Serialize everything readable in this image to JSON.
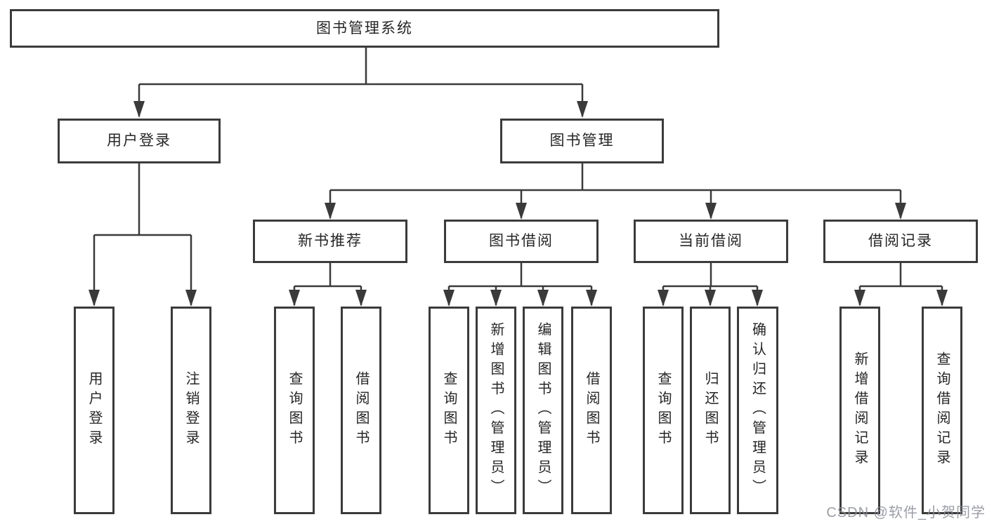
{
  "diagram_title": "图书管理系统",
  "watermark": "CSDN @软件_小贺同学",
  "colors": {
    "line": "#3a3a3a",
    "box_border": "#3b3b3b",
    "text": "#262626",
    "background": "#ffffff",
    "watermark": "#8b8d98"
  },
  "nodes": {
    "root": {
      "label": "图书管理系统"
    },
    "user_login": {
      "label": "用户登录"
    },
    "book_mgmt": {
      "label": "图书管理"
    },
    "new_book_rec": {
      "label": "新书推荐"
    },
    "book_borrow": {
      "label": "图书借阅"
    },
    "current_borrow": {
      "label": "当前借阅"
    },
    "borrow_record": {
      "label": "借阅记录"
    },
    "login_action": {
      "label": "用户登录"
    },
    "logout_action": {
      "label": "注销登录"
    },
    "rec_query_book": {
      "label": "查询图书"
    },
    "rec_borrow_book": {
      "label": "借阅图书"
    },
    "bb_query_book": {
      "label": "查询图书"
    },
    "bb_add_book": {
      "label": "新增图书（管理员）"
    },
    "bb_edit_book": {
      "label": "编辑图书（管理员）"
    },
    "bb_borrow_book": {
      "label": "借阅图书"
    },
    "cb_query_book": {
      "label": "查询图书"
    },
    "cb_return_book": {
      "label": "归还图书"
    },
    "cb_confirm_return": {
      "label": "确认归还（管理员）"
    },
    "br_add_record": {
      "label": "新增借阅记录"
    },
    "br_query_record": {
      "label": "查询借阅记录"
    }
  },
  "edges": {
    "root": [
      "user_login",
      "book_mgmt"
    ],
    "user_login": [
      "login_action",
      "logout_action"
    ],
    "book_mgmt": [
      "new_book_rec",
      "book_borrow",
      "current_borrow",
      "borrow_record"
    ],
    "new_book_rec": [
      "rec_query_book",
      "rec_borrow_book"
    ],
    "book_borrow": [
      "bb_query_book",
      "bb_add_book",
      "bb_edit_book",
      "bb_borrow_book"
    ],
    "current_borrow": [
      "cb_query_book",
      "cb_return_book",
      "cb_confirm_return"
    ],
    "borrow_record": [
      "br_add_record",
      "br_query_record"
    ]
  }
}
